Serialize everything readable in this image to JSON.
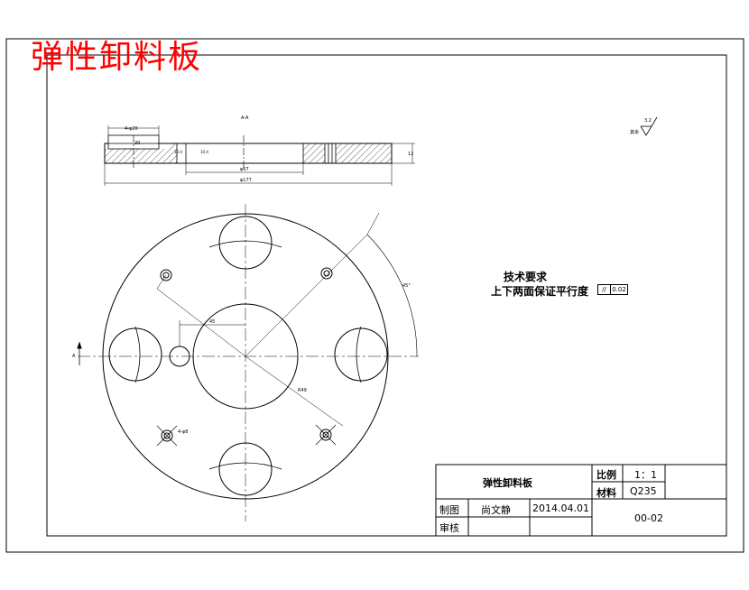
{
  "title_overlay": "弹性卸料板",
  "title_block": {
    "part_name": "弹性卸料板",
    "scale_label": "比例",
    "scale_value": "1：1",
    "material_label": "材料",
    "material_value": "Q235",
    "drawn_label": "制图",
    "drawn_by": "尚文静",
    "date": "2014.04.01",
    "checked_label": "审核",
    "drawing_number": "00-02"
  },
  "technical_notes": {
    "heading": "技术要求",
    "item": "上下两面保证平行度",
    "tolerance_symbol": "//",
    "tolerance_value": "0.02"
  },
  "dimensions": {
    "section_label": "A-A",
    "hole_callout": "4-φ20",
    "pocket_depth": "20",
    "thickness": "12",
    "inner_diameter": "φ67",
    "outer_diameter": "φ177",
    "center_offset": "45",
    "radius": "R49",
    "small_hole": "4-φ8",
    "angle": "45°",
    "side_left": "10.4",
    "side_right": "10.4"
  },
  "annotations": {
    "roughness_value": "3.2",
    "roughness_note": "其余",
    "section_arrow_label": "A"
  }
}
